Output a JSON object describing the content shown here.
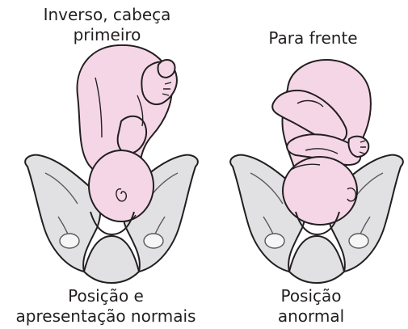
{
  "labels": {
    "left_top": "Inverso, cabeça\nprimeiro",
    "right_top": "Para frente",
    "left_bottom": "Posição e\napresentação normais",
    "right_bottom": "Posição\nanormal"
  },
  "colors": {
    "pelvis_fill": "#e1e1e3",
    "pelvis_stroke": "#231f20",
    "baby_fill": "#f5d6e6",
    "baby_stroke": "#231f20",
    "text": "#231f20"
  }
}
